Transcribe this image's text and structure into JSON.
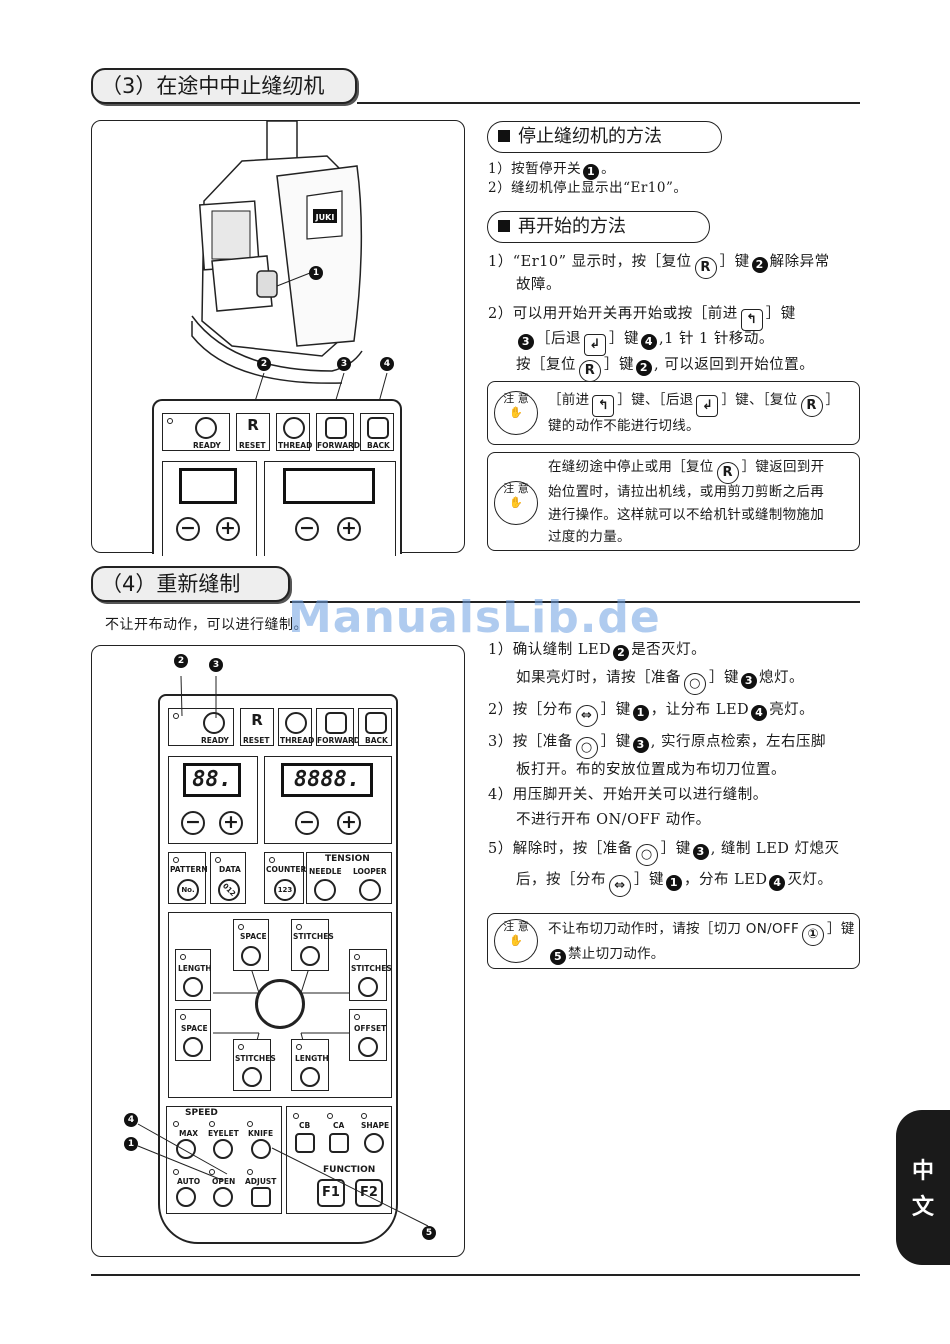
{
  "section3": {
    "title": "（3）在途中中止缝纫机",
    "stop_method": {
      "title": "停止缝纫机的方法",
      "steps": [
        "1）按暂停开关",
        "2）缝纫机停止显示出“Er10”。"
      ]
    },
    "restart_method": {
      "title": "再开始的方法",
      "step1_a": "1）“Er10” 显示时，按［复位",
      "step1_b": "］键",
      "step1_c": "解除异常",
      "step1_d": "故障。",
      "step2_a": "2）可以用开始开关再开始或按［前进",
      "step2_b": "］键",
      "step2_c": "［后退",
      "step2_d": "］键",
      "step2_e": ",1 针 1 针移动。",
      "step2_f": "按［复位",
      "step2_g": "］键",
      "step2_h": ", 可以返回到开始位置。"
    },
    "caution1": {
      "a": "［前进",
      "b": "］键、［后退",
      "c": "］键、［复位",
      "d": "］",
      "e": "键的动作不能进行切线。"
    },
    "caution2": {
      "a": "在缝纫途中停止或用［复位",
      "b": "］键返回到开",
      "line2": "始位置时，请拉出机线，或用剪刀剪断之后再",
      "line3": "进行操作。这样就可以不给机针或缝制物施加",
      "line4": "过度的力量。"
    }
  },
  "section4": {
    "title": "（4）重新缝制",
    "intro": "不让开布动作，可以进行缝制。",
    "steps": {
      "s1a": "1）确认缝制 LED",
      "s1b": "是否灭灯。",
      "s1c": "如果亮灯时，请按［准备",
      "s1d": "］键",
      "s1e": "熄灯。",
      "s2a": "2）按［分布",
      "s2b": "］键",
      "s2c": "，让分布 LED",
      "s2d": "亮灯。",
      "s3a": "3）按［准备",
      "s3b": "］键",
      "s3c": ", 实行原点检索，左右压脚",
      "s3d": "板打开。布的安放位置成为布切刀位置。",
      "s4a": "4）用压脚开关、开始开关可以进行缝制。",
      "s4b": "不进行开布 ON/OFF 动作。",
      "s5a": "5）解除时，按［准备",
      "s5b": "］键",
      "s5c": ", 缝制 LED 灯熄灭",
      "s5d": "后，按［分布",
      "s5e": "］键",
      "s5f": "，分布 LED",
      "s5g": "灭灯。"
    },
    "caution3": {
      "a": "不让布切刀动作时，请按［切刀 ON/OFF",
      "b": "］键",
      "c": "禁止切刀动作。"
    }
  },
  "caution_badge": {
    "top": "注",
    "top2": "意"
  },
  "callouts": {
    "n1": "1",
    "n2": "2",
    "n3": "3",
    "n4": "4",
    "n5": "5"
  },
  "key_glyphs": {
    "reset": "R",
    "ready": "○",
    "forward": "↰",
    "back": "↲",
    "spread": "⇔",
    "knife": "①"
  },
  "machine": {
    "brand": "JUKI"
  },
  "panel_top": {
    "ready": "READY",
    "reset": "RESET",
    "thread": "THREAD",
    "forward": "FORWARD",
    "back": "BACK",
    "minus": "−",
    "plus": "+"
  },
  "panel_full": {
    "ready": "READY",
    "reset": "RESET",
    "thread": "THREAD",
    "forward": "FORWARD",
    "back": "BACK",
    "disp_left": "88.",
    "disp_right": "8888.",
    "minus": "−",
    "plus": "+",
    "pattern": "PATTERN",
    "pattern_icon": "No.",
    "data": "DATA",
    "data_icon": "012",
    "counter": "COUNTER",
    "counter_icon": "123",
    "tension": "TENSION",
    "needle": "NEEDLE",
    "looper": "LOOPER",
    "space_top": "SPACE",
    "stitches_top": "STITCHES",
    "length_left": "LENGTH",
    "stitches_right": "STITCHES",
    "space_left": "SPACE",
    "offset": "OFFSET",
    "stitches_bottom": "STITCHES",
    "length_bottom": "LENGTH",
    "speed": "SPEED",
    "max": "MAX",
    "eyelet": "EYELET",
    "knife": "KNIFE",
    "cb": "CB",
    "ca": "CA",
    "shape": "SHAPE",
    "auto": "AUTO",
    "open": "OPEN",
    "adjust": "ADJUST",
    "function": "FUNCTION",
    "f1": "F1",
    "f2": "F2"
  },
  "watermark": "ManualsLib.de",
  "side_tab": {
    "line1": "中",
    "line2": "文"
  }
}
